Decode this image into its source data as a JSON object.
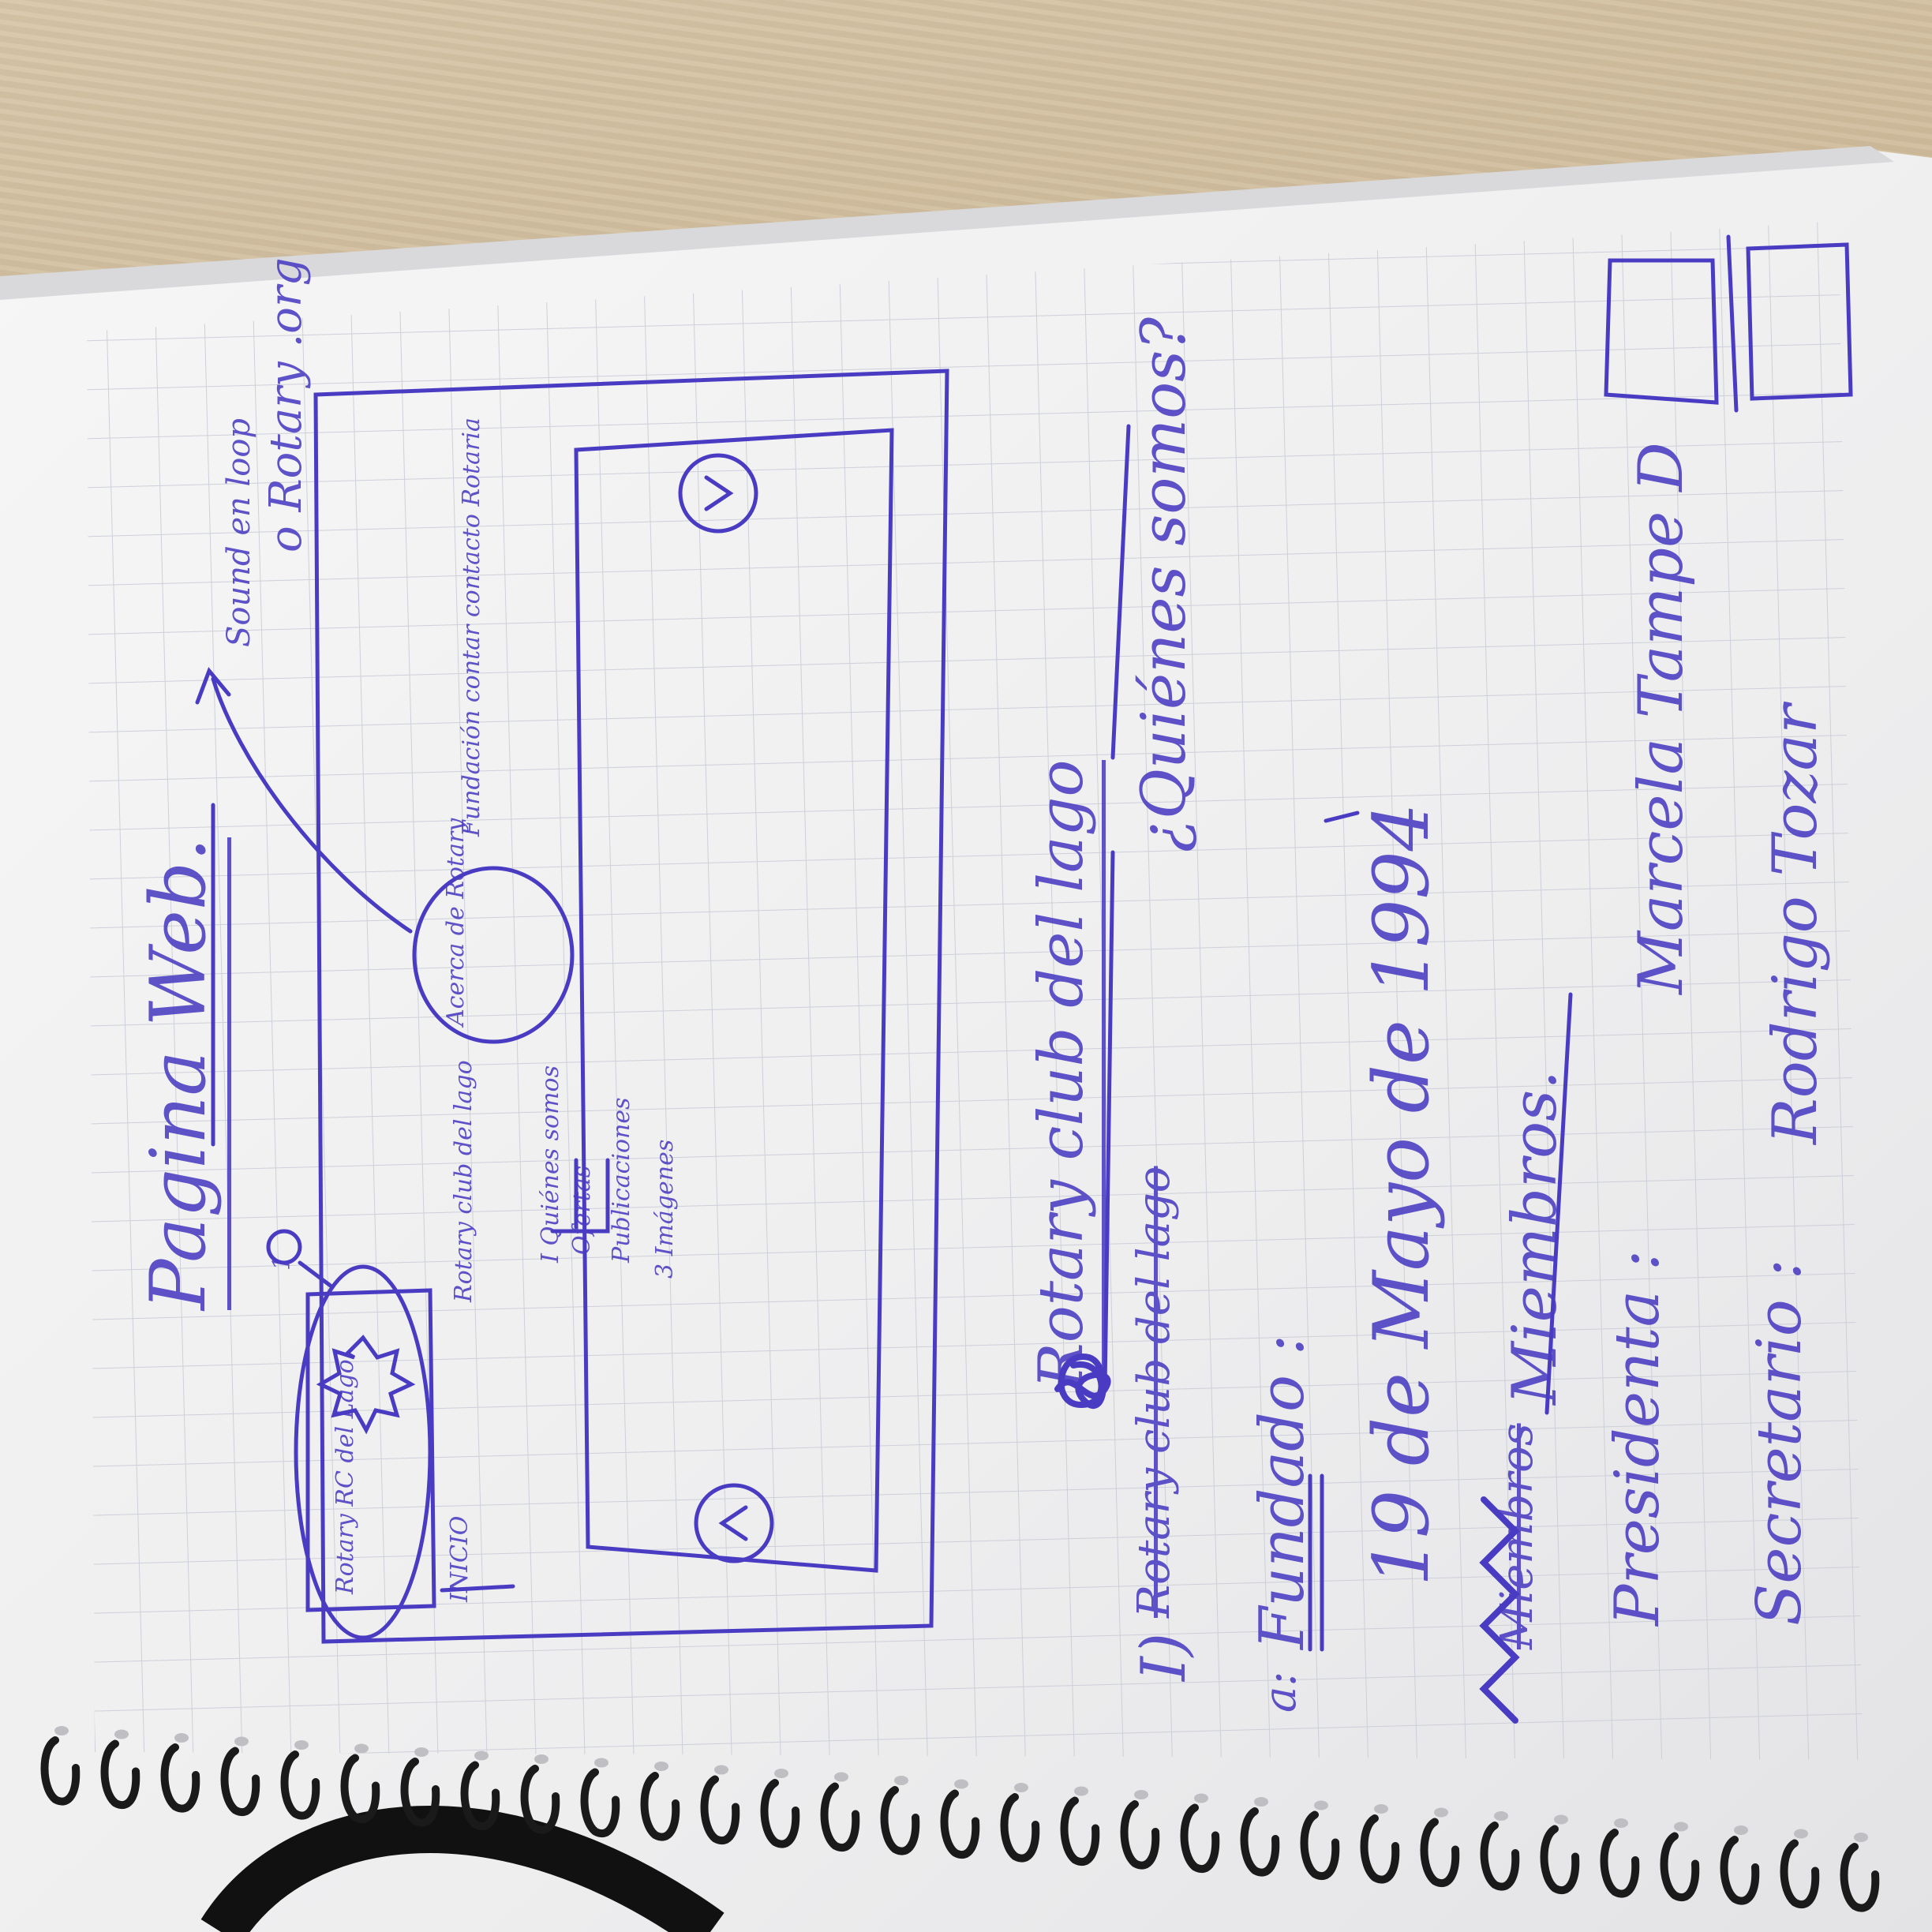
{
  "page": {
    "title": "Pagina Web.",
    "annotation_top": "Sound en loop",
    "annotation_top_2": "o Rotary .org"
  },
  "sketch": {
    "logo_text": "Rotary RC del Lago",
    "inicio": "INICIO",
    "nav_club": "Rotary club del lago",
    "menu_items": [
      "I Quiénes somos",
      "Ofertas",
      "Publicaciones"
    ],
    "menu_extra": "3 Imágenes",
    "bubble": "Acerca de Rotary",
    "bubble_note": "Fundación contar contacto Rotaria",
    "slider_marker": "1"
  },
  "notes": {
    "heading_num": "I)",
    "heading": "Rotary club del lago",
    "heading_struck": "Rotary club del lago",
    "question": "¿Quiénes somos?",
    "sub_label": "a:",
    "fundado_label": "Fundado :",
    "fundado_value": "19 de Mayo de 1994",
    "miembros_struck": "Miembros",
    "miembros": "Miembros.",
    "presidenta_label": "Presidenta :",
    "presidenta_value": "Marcela Tampe D",
    "secretario_label": "Secretario :",
    "secretario_value": "Rodrigo Tozar"
  },
  "colors": {
    "ink": "#4a3cc2",
    "paper": "#f4f3f1",
    "grid": "#c9ccd6",
    "wood": "#cdb89a",
    "coil": "#1a1a1a"
  }
}
